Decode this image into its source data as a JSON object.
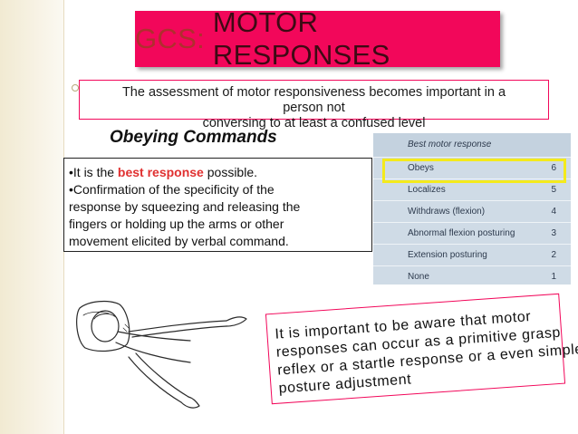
{
  "slide": {
    "title_prefix": "GCS:",
    "title_main": "MOTOR RESPONSES",
    "intro_lines": [
      "The assessment of motor responsiveness becomes important in a",
      "person not",
      "conversing to at least a confused level"
    ],
    "subheading": "Obeying Commands",
    "note": {
      "line1_pre": "•It is the ",
      "line1_highlight": "best response",
      "line1_post": " possible.",
      "lines": [
        "•Confirmation of the specificity of the",
        "response by squeezing and releasing the",
        "fingers or holding up the arms or other",
        "movement elicited by verbal command."
      ]
    },
    "table": {
      "header": "Best motor response",
      "rows": [
        {
          "label": "Obeys",
          "score": "6"
        },
        {
          "label": "Localizes",
          "score": "5"
        },
        {
          "label": "Withdraws (flexion)",
          "score": "4"
        },
        {
          "label": "Abnormal flexion posturing",
          "score": "3"
        },
        {
          "label": "Extension posturing",
          "score": "2"
        },
        {
          "label": "None",
          "score": "1"
        }
      ],
      "highlighted_row": "Obeys"
    },
    "bottom_note_lines": [
      "It is important to be aware that motor",
      "responses can occur as a primitive grasp",
      "reflex or a startle response or a even simple",
      "posture adjustment"
    ],
    "colors": {
      "accent_pink": "#f2075a",
      "title_prefix": "#b02e2e",
      "title_text": "#3d0a14",
      "highlight_red": "#e03030",
      "table_bg": "#cfdbe6",
      "table_highlight": "#f4ea1c"
    }
  }
}
